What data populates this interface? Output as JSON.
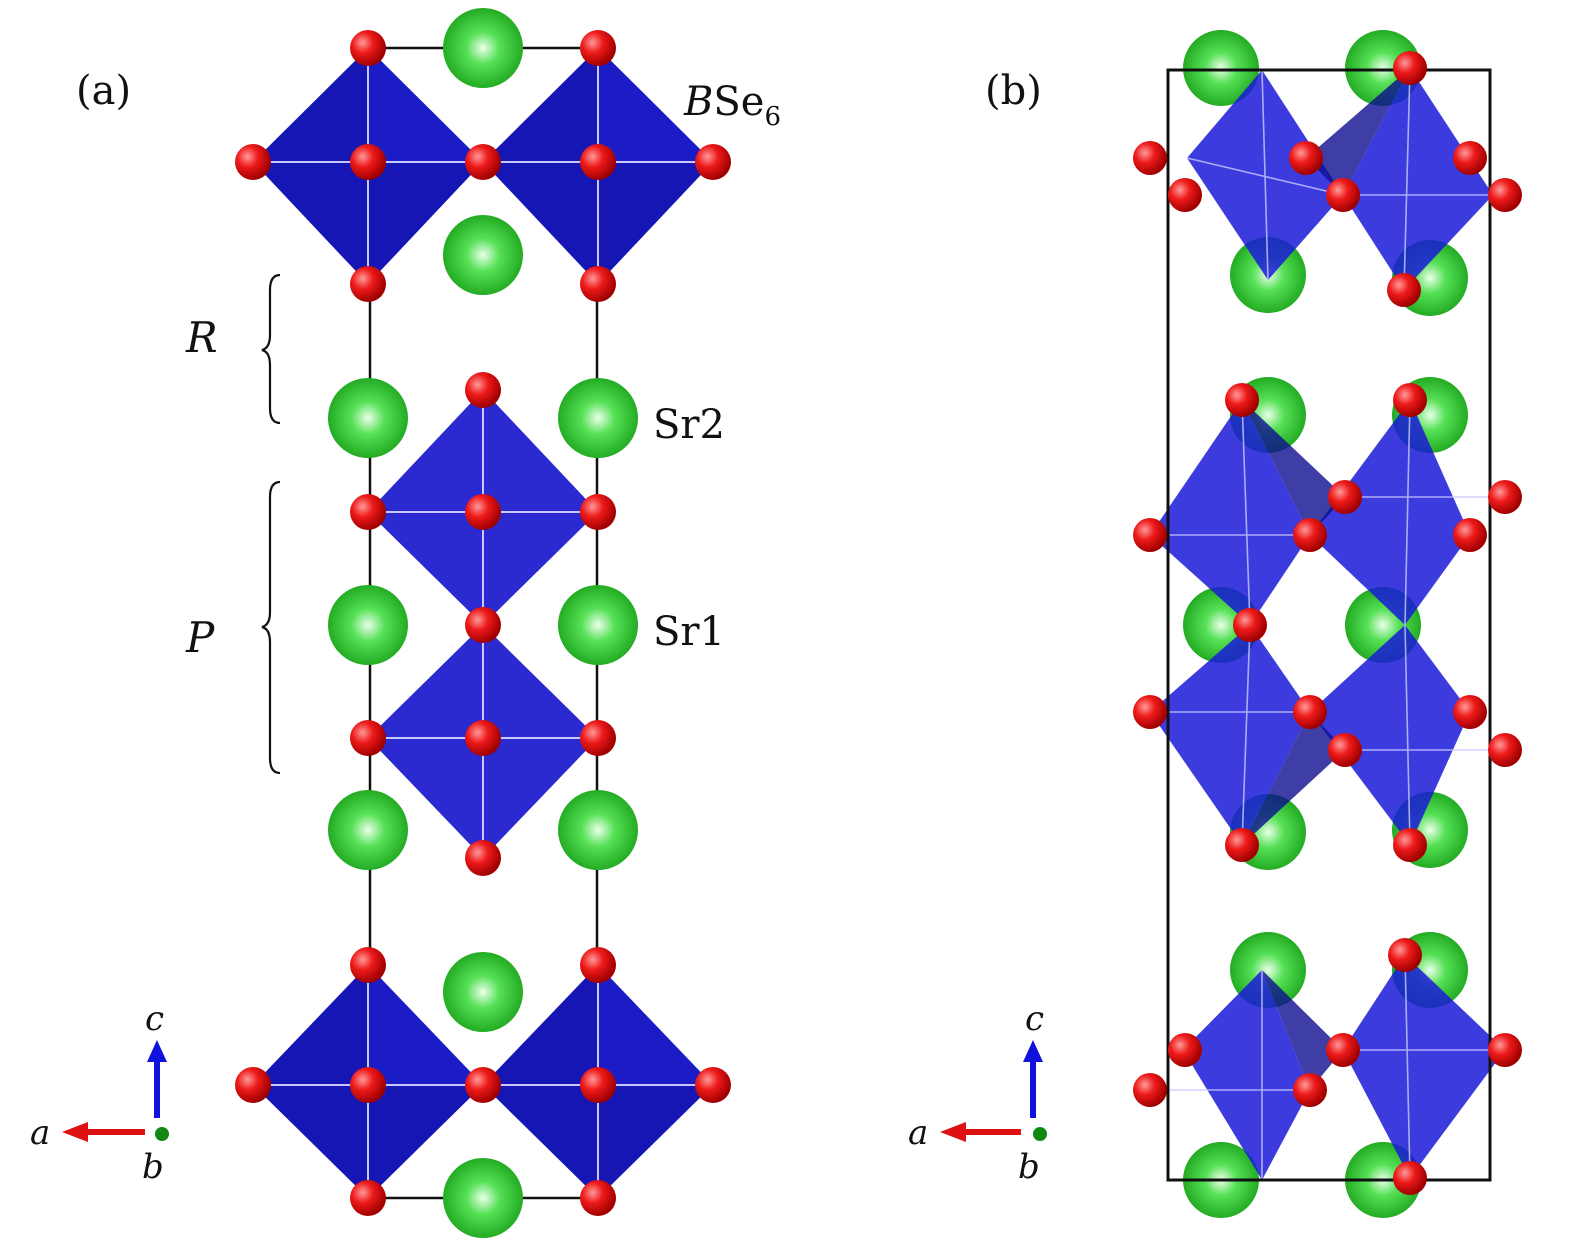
{
  "panel_a": {
    "label": "(a)",
    "octahedron_label_italic": "B",
    "octahedron_label_rest": "Se",
    "octahedron_label_sub": "6",
    "site_label_sr2": "Sr2",
    "site_label_sr1": "Sr1",
    "region_label_r": "R",
    "region_label_p": "P",
    "axis_c": "c",
    "axis_a": "a",
    "axis_b": "b"
  },
  "panel_b": {
    "label": "(b)",
    "axis_c": "c",
    "axis_a": "a",
    "axis_b": "b"
  },
  "colors": {
    "octahedron": "#1a1ab8",
    "octahedron_light": "#2a2ae6",
    "se_atom": "#e01010",
    "sr_atom": "#22cc22",
    "axis_a": "#dd1111",
    "axis_c": "#1111dd",
    "axis_b": "#118811",
    "cell_line": "#111111"
  }
}
